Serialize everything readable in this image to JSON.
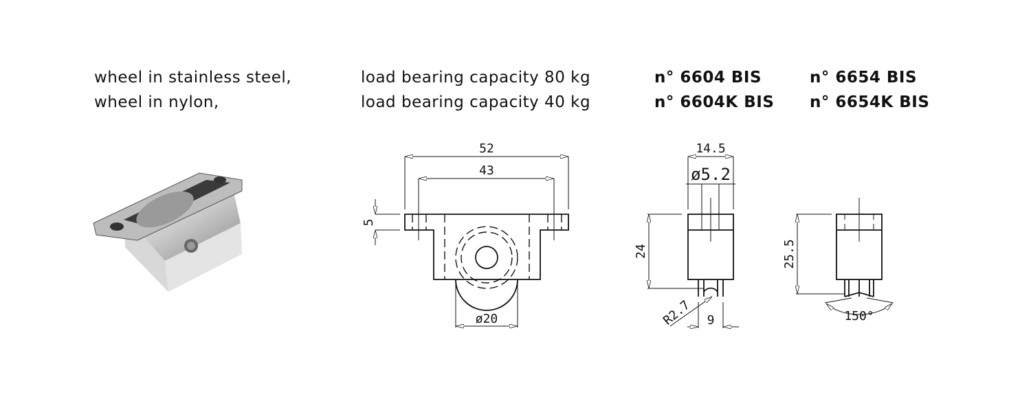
{
  "rows": [
    {
      "material": "wheel in stainless steel,",
      "capacity": "load bearing capacity 80 kg",
      "code_a": "n° 6604 BIS",
      "code_b": "n° 6654 BIS"
    },
    {
      "material": "wheel in nylon,",
      "capacity": "load bearing capacity 40 kg",
      "code_a": "n° 6604K BIS",
      "code_b": "n° 6654K BIS"
    }
  ],
  "dimensions": {
    "overall_length": "52",
    "hole_spacing": "43",
    "flange_thickness": "5",
    "wheel_diameter": "ø20",
    "width": "14.5",
    "hole_diameter": "ø5.2",
    "height_a": "24",
    "groove_radius": "R2.7",
    "wheel_width": "9",
    "height_b": "25.5",
    "groove_angle": "150°"
  }
}
